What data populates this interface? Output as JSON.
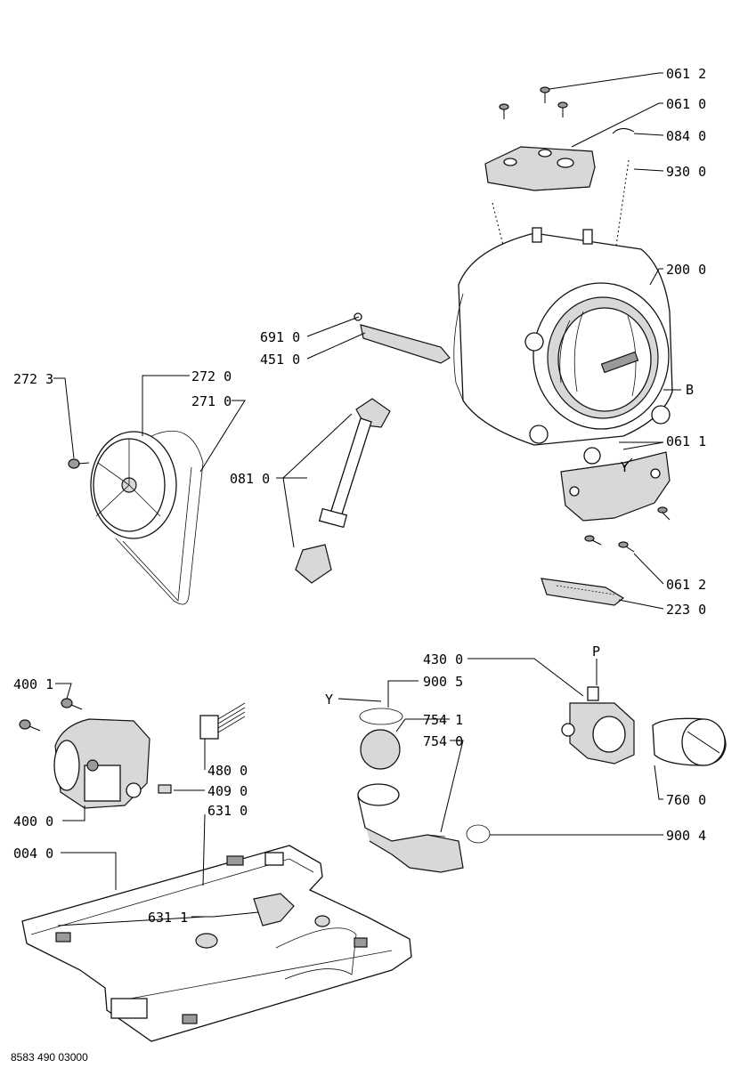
{
  "labels": {
    "l0612a": "061 2",
    "l0610": "061 0",
    "l0840": "084 0",
    "l9300": "930 0",
    "l2000": "200 0",
    "l6910": "691 0",
    "l4510": "451 0",
    "l2723": "272 3",
    "l2720": "272 0",
    "l2710": "271 0",
    "lB": "B",
    "l0611": "061 1",
    "lY1": "Y",
    "l0810": "081 0",
    "l0612b": "061 2",
    "l2230": "223 0",
    "l4300": "430 0",
    "lP": "P",
    "lY2": "Y",
    "l9005": "900 5",
    "l4001": "400 1",
    "l7541": "754 1",
    "l7540": "754 0",
    "l4800": "480 0",
    "l4090": "409 0",
    "l7600": "760 0",
    "l4000": "400 0",
    "l6310": "631 0",
    "l9004": "900 4",
    "l0040": "004 0",
    "l6311": "631 1"
  },
  "footer": {
    "code": "8583 490 03000"
  }
}
